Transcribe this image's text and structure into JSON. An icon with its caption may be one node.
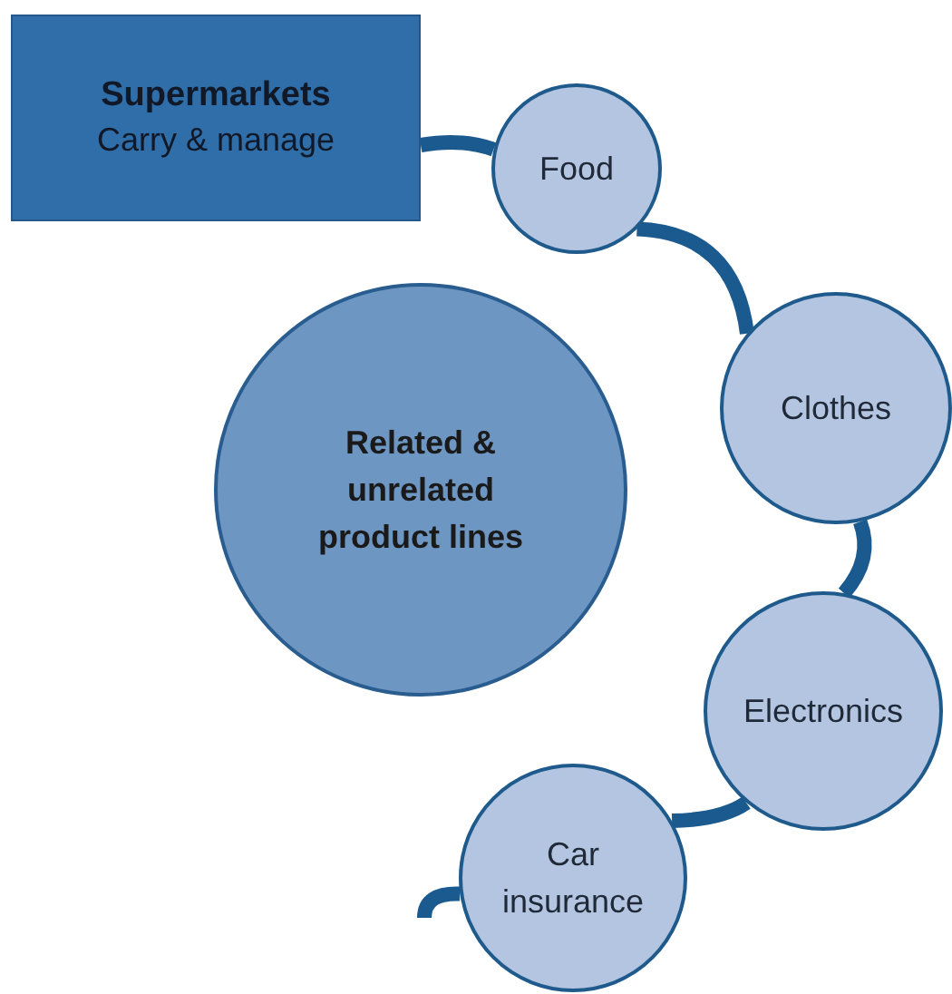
{
  "diagram": {
    "nodes": [
      {
        "text": [
          "Supermarkets",
          "Carry & manage"
        ]
      },
      {
        "text": [
          "Food"
        ]
      },
      {
        "text": [
          "Clothes"
        ]
      },
      {
        "text": [
          "Electronics"
        ]
      },
      {
        "text": [
          "Car insurance"
        ]
      },
      {
        "text": [
          "Related & unrelated product lines"
        ]
      }
    ],
    "edges": [
      {
        "from": 0,
        "to": 1,
        "arrow": "none"
      },
      {
        "from": 1,
        "to": 2,
        "arrow": "none"
      },
      {
        "from": 2,
        "to": 3,
        "arrow": "none"
      },
      {
        "from": 3,
        "to": 4,
        "arrow": "none"
      },
      {
        "from": 4,
        "to": null,
        "arrow": "none"
      }
    ]
  }
}
